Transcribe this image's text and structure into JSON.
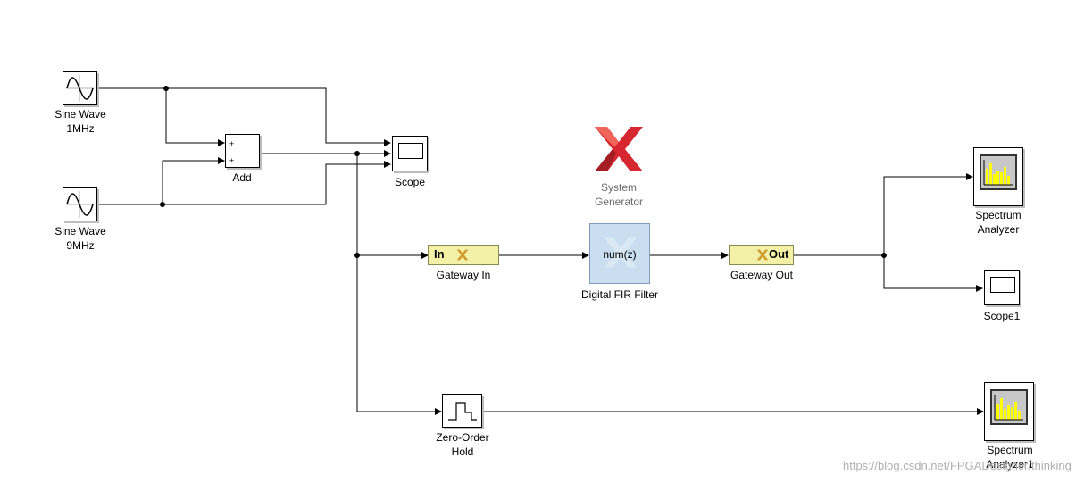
{
  "diagram": {
    "blocks": {
      "sine1": {
        "label_line1": "Sine Wave",
        "label_line2": "1MHz"
      },
      "sine2": {
        "label_line1": "Sine Wave",
        "label_line2": "9MHz"
      },
      "add": {
        "label": "Add",
        "port1_sign": "+",
        "port2_sign": "+"
      },
      "scope": {
        "label": "Scope"
      },
      "sysgen": {
        "label_line1": "System",
        "label_line2": "Generator"
      },
      "gateway_in": {
        "label": "Gateway In",
        "text": "In"
      },
      "fir": {
        "label": "Digital FIR Filter",
        "text": "num(z)"
      },
      "gateway_out": {
        "label": "Gateway Out",
        "text": "Out"
      },
      "spectrum": {
        "label_line1": "Spectrum",
        "label_line2": "Analyzer"
      },
      "scope1": {
        "label": "Scope1"
      },
      "zoh": {
        "label_line1": "Zero-Order",
        "label_line2": "Hold"
      },
      "spectrum1": {
        "label_line1": "Spectrum",
        "label_line2": "Analyzer1"
      }
    },
    "watermark": "https://blog.csdn.net/FPGADesigner/thinking",
    "colors": {
      "wire": "#000000",
      "gateway_fill": "#f3f0a8",
      "xilinx_red": "#d6262f",
      "analyzer_bar": "#ffff00"
    }
  }
}
